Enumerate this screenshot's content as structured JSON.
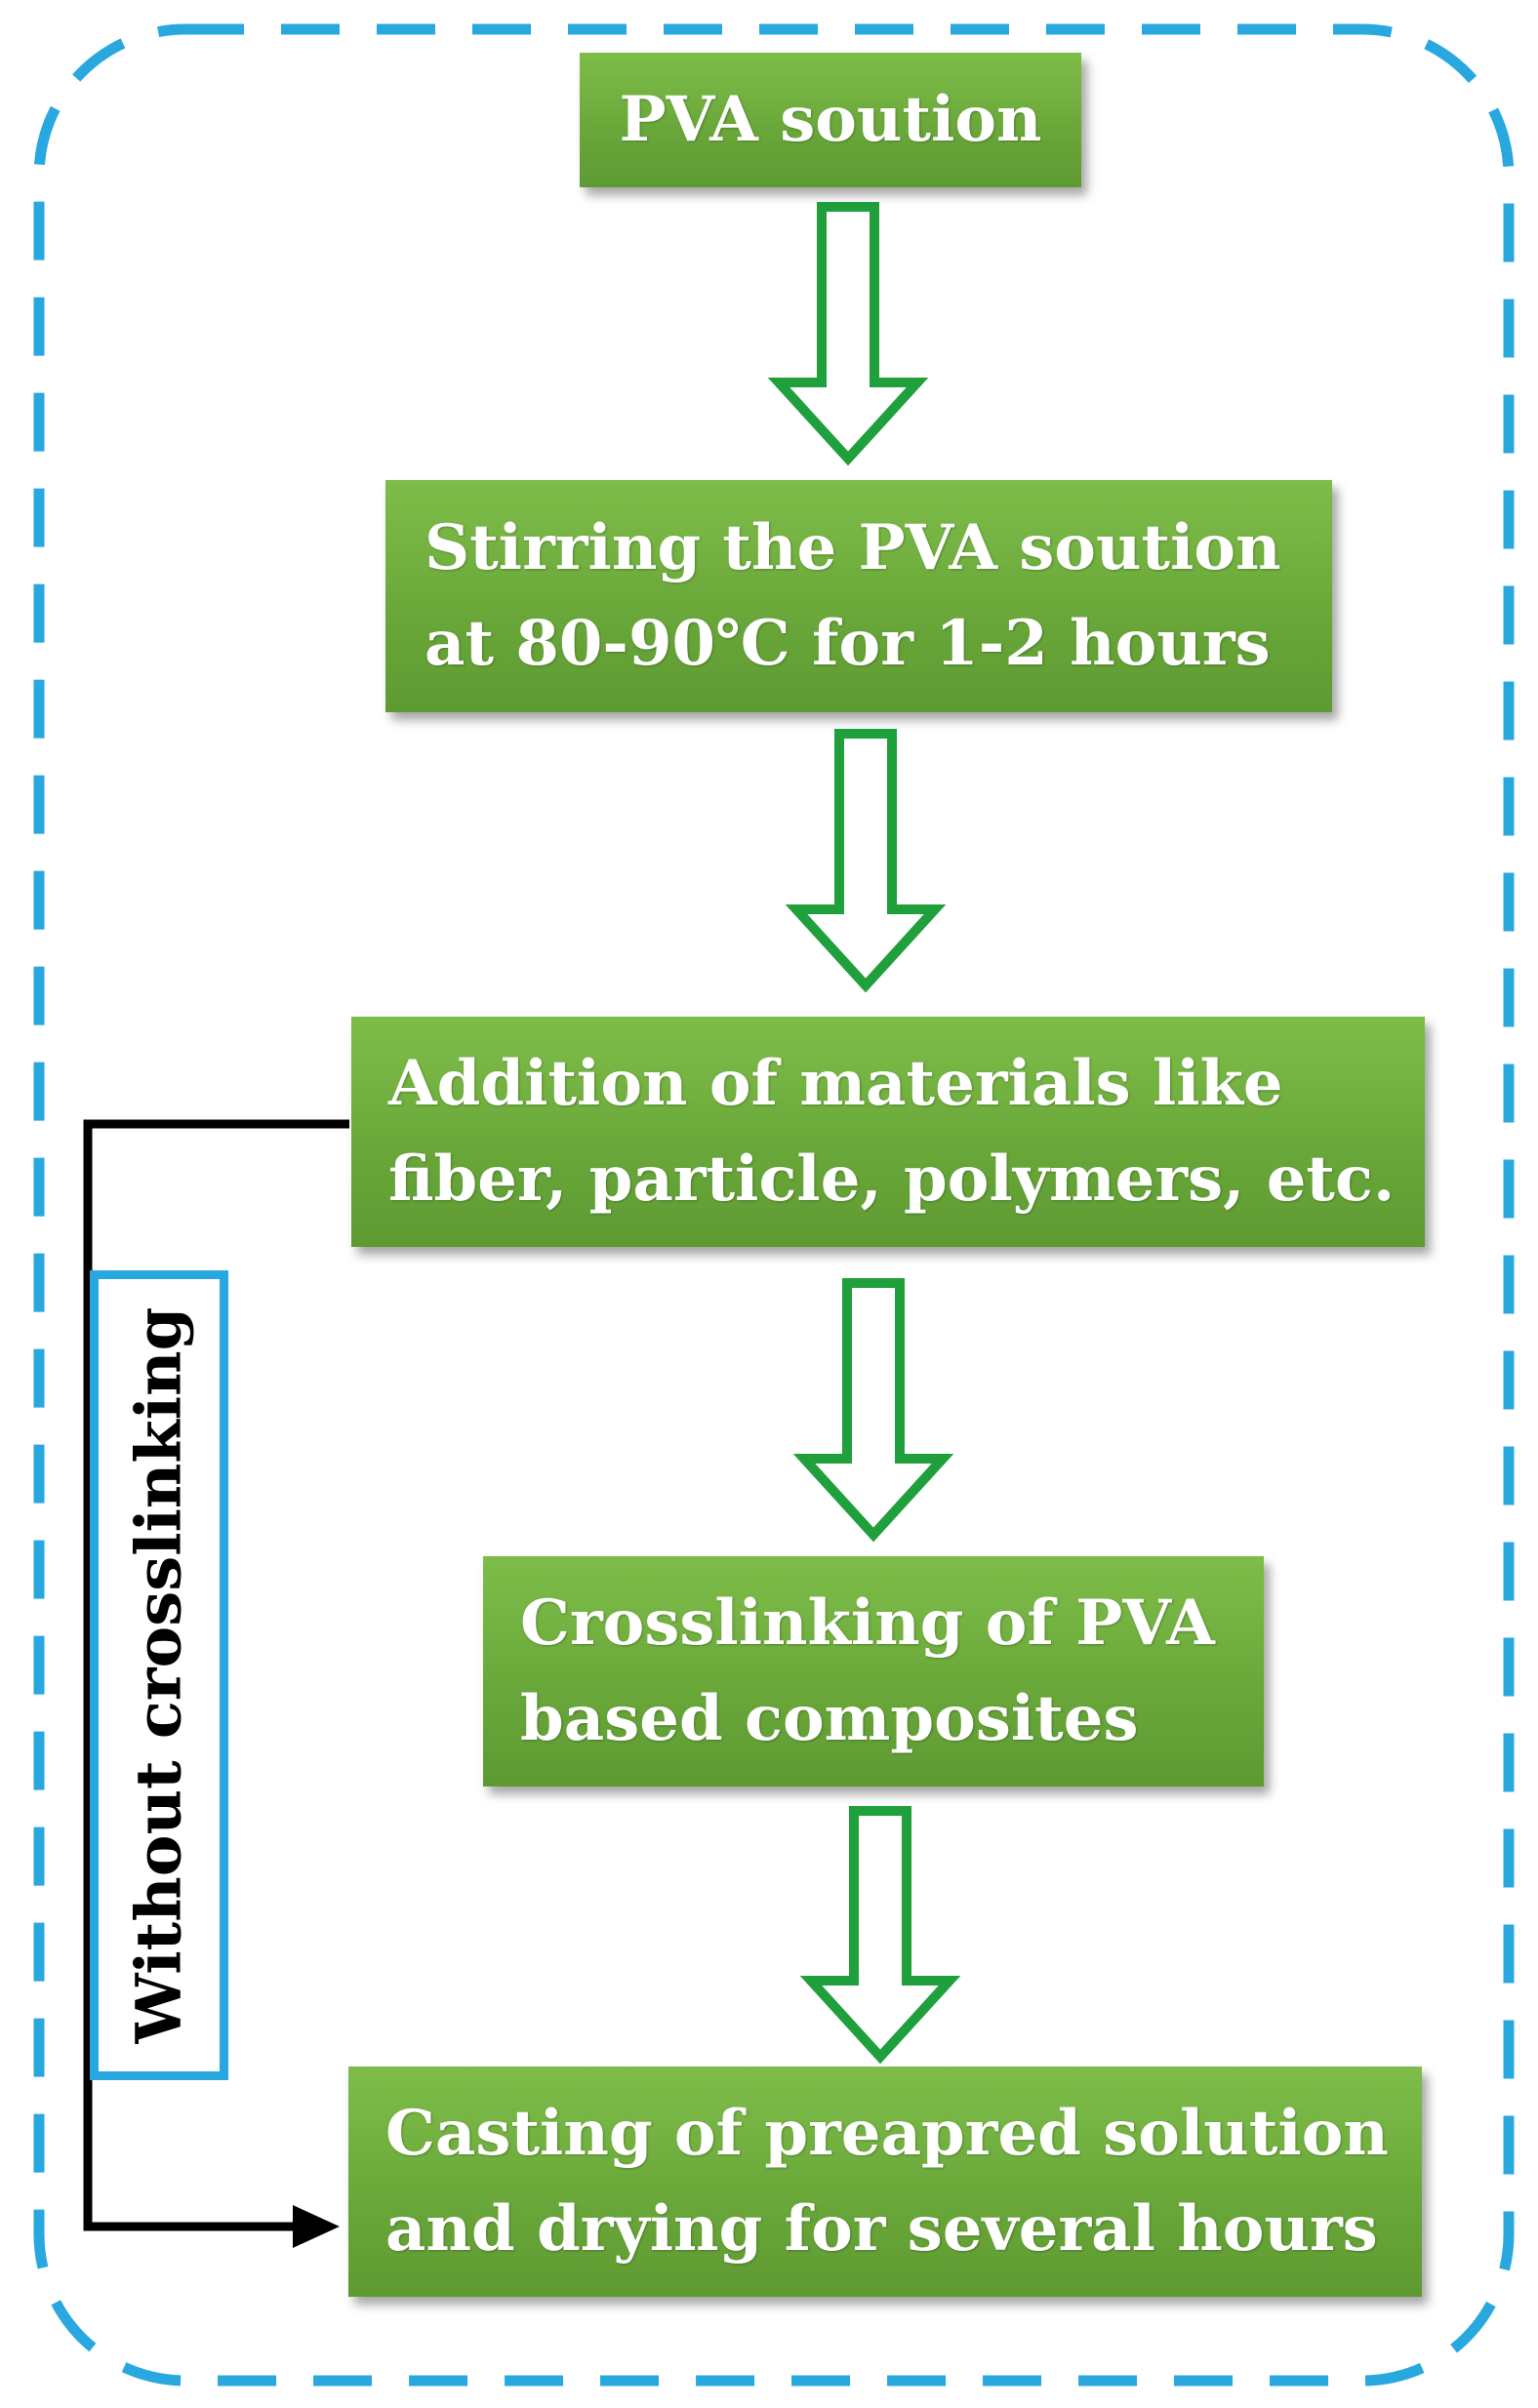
{
  "steps": [
    {
      "id": "step-1",
      "lines": [
        "PVA soution"
      ]
    },
    {
      "id": "step-2",
      "lines": [
        "Stirring the PVA soution",
        "at 80-90℃ for 1-2 hours"
      ]
    },
    {
      "id": "step-3",
      "lines": [
        "Addition of  materials like",
        "fiber, particle, polymers, etc."
      ]
    },
    {
      "id": "step-4",
      "lines": [
        "Crosslinking of PVA",
        "based composites"
      ]
    },
    {
      "id": "step-5",
      "lines": [
        "Casting of preapred solution",
        "and drying for several hours"
      ]
    }
  ],
  "bypass": {
    "label": "Without crosslinking"
  },
  "colors": {
    "box_fill": "#6aa83a",
    "arrow_outline": "#1fa03c",
    "frame_dash": "#29a8e0",
    "bypass_line": "#000000"
  }
}
